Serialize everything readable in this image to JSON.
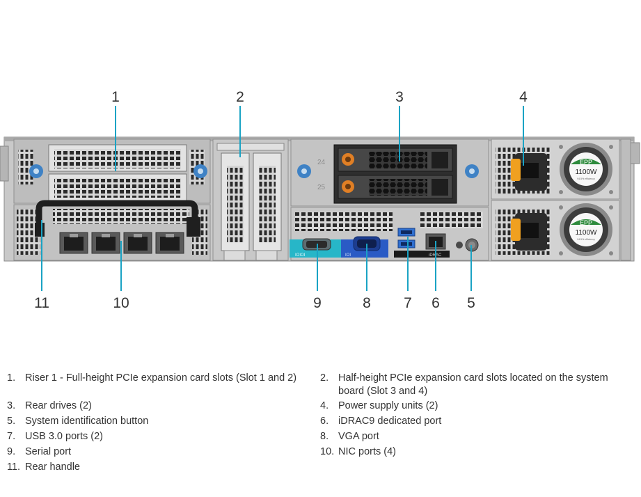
{
  "callouts": [
    "1",
    "2",
    "3",
    "4",
    "5",
    "6",
    "7",
    "8",
    "9",
    "10",
    "11"
  ],
  "drive_labels": [
    "24",
    "25"
  ],
  "port_labels": {
    "serial": "IOIOI",
    "vga": "IOI",
    "idrac": "iDRAC"
  },
  "psu_labels": {
    "brand": "EPP",
    "watt": "1100W",
    "eff": "94.5% efficiency"
  },
  "legend": [
    {
      "num": "1.",
      "text": "Riser 1 - Full-height PCIe expansion card slots (Slot 1 and 2)"
    },
    {
      "num": "2.",
      "text": "Half-height PCIe expansion card slots located on the system",
      "text2": "board (Slot 3 and 4)"
    },
    {
      "num": "3.",
      "text": "Rear drives (2)"
    },
    {
      "num": "4.",
      "text": "Power supply units (2)"
    },
    {
      "num": "5.",
      "text": "System identification button"
    },
    {
      "num": "6.",
      "text": "iDRAC9 dedicated port"
    },
    {
      "num": "7.",
      "text": "USB 3.0 ports (2)"
    },
    {
      "num": "8.",
      "text": "VGA port"
    },
    {
      "num": "9.",
      "text": "Serial port"
    },
    {
      "num": "10.",
      "text": "NIC ports (4)"
    },
    {
      "num": "11.",
      "text": "Rear handle"
    }
  ]
}
